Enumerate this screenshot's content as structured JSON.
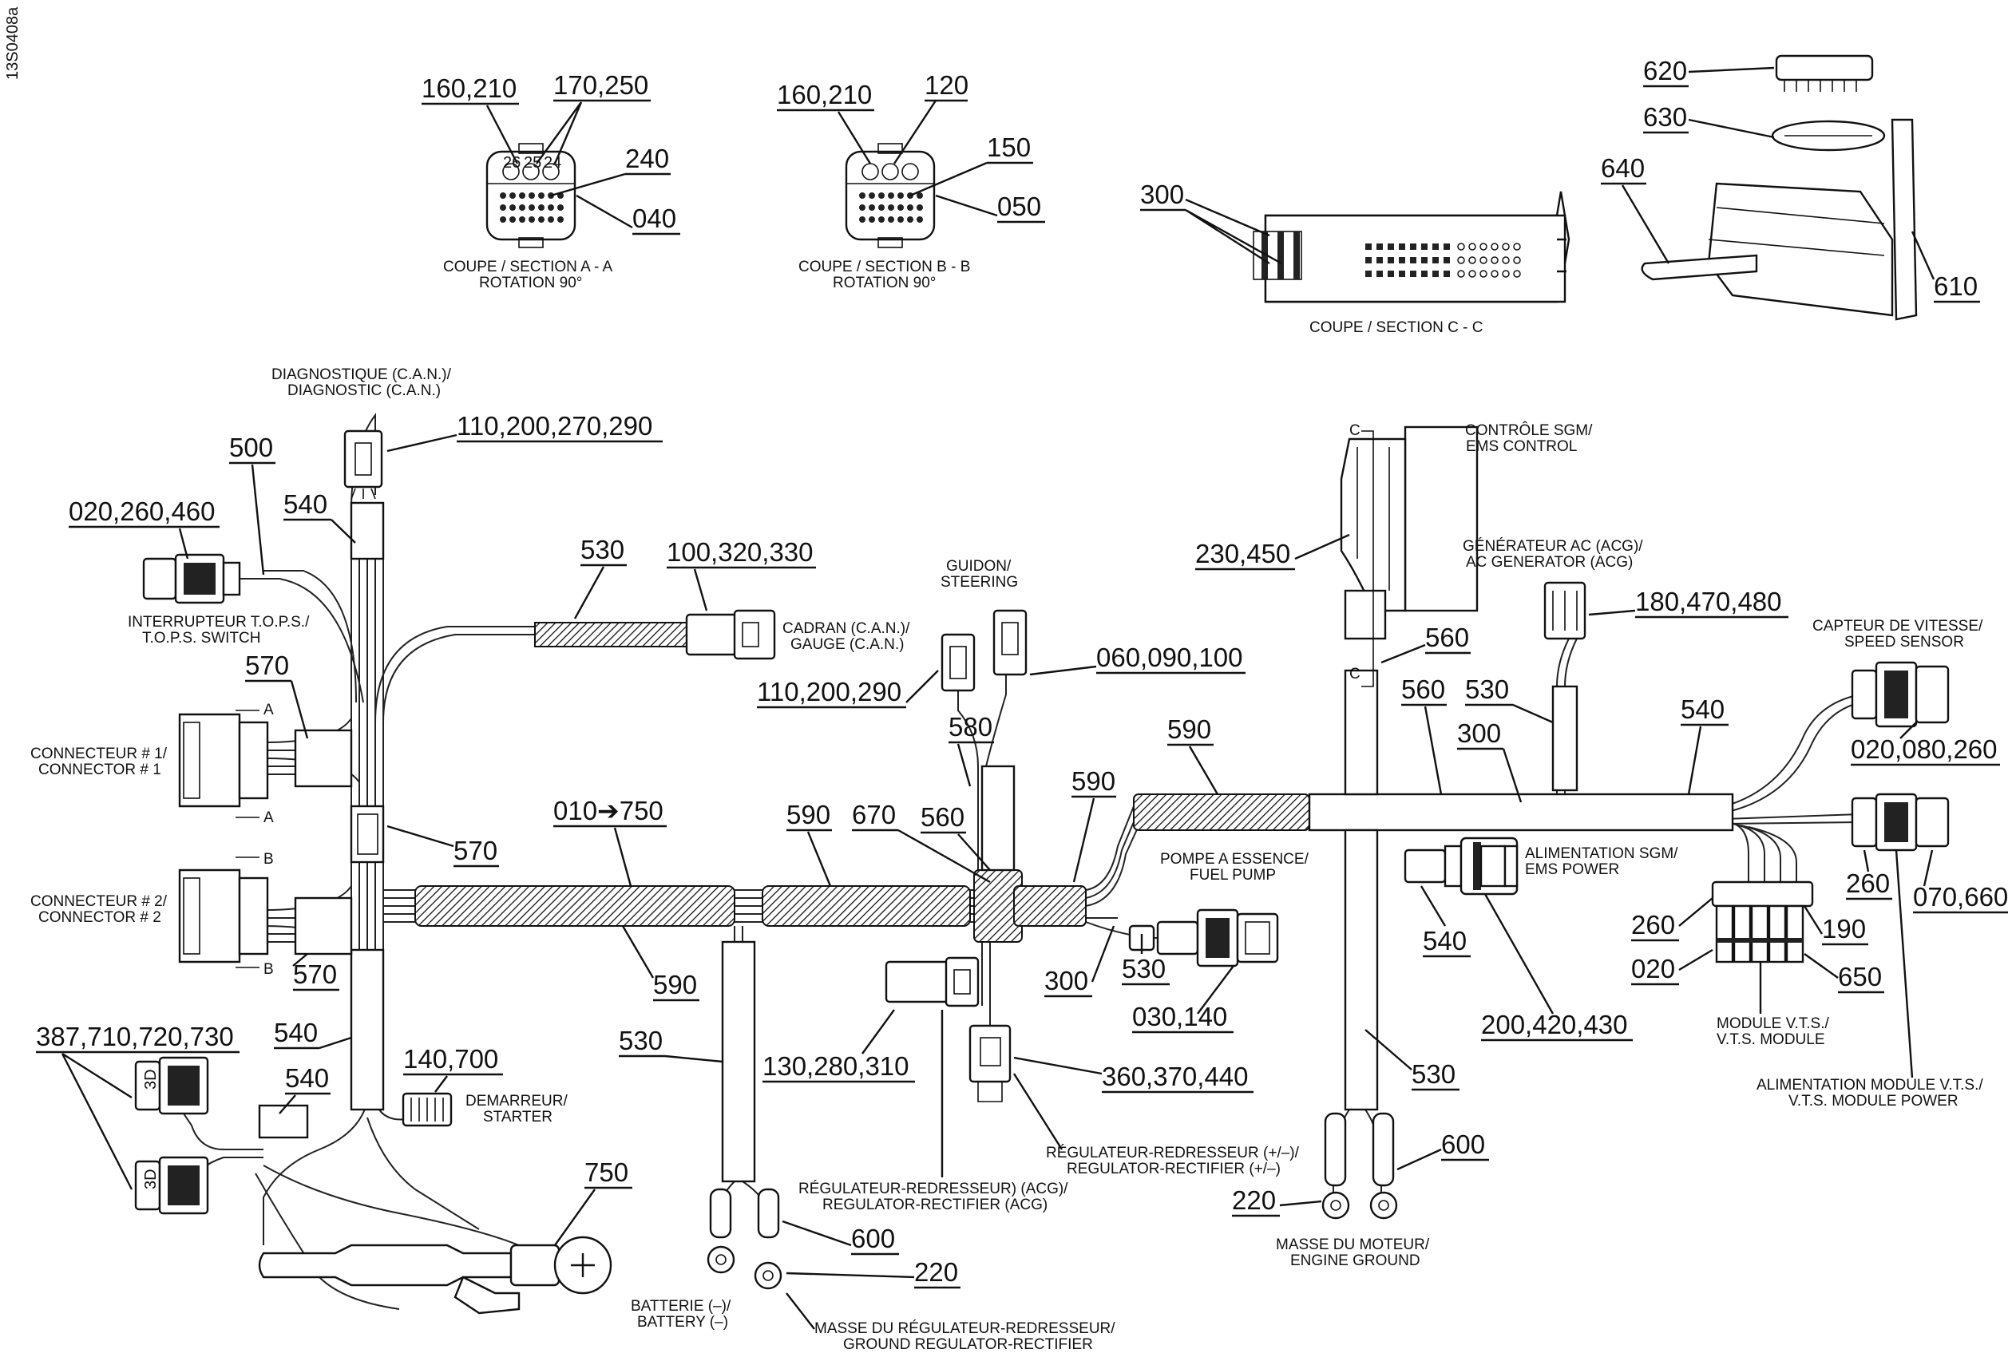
{
  "doc_id": "13S0408a",
  "section_labels": {
    "a": [
      "COUPE / SECTION A - A",
      "ROTATION 90°"
    ],
    "b": [
      "COUPE / SECTION B - B",
      "ROTATION 90°"
    ],
    "c": "COUPE / SECTION C - C"
  },
  "components": {
    "diagnostic": [
      "DIAGNOSTIQUE (C.A.N.)/",
      "DIAGNOSTIC (C.A.N.)"
    ],
    "tops_switch": [
      "INTERRUPTEUR T.O.P.S./",
      "T.O.P.S. SWITCH"
    ],
    "gauge": [
      "CADRAN (C.A.N.)/",
      "GAUGE (C.A.N.)"
    ],
    "steering": [
      "GUIDON/",
      "STEERING"
    ],
    "connector1": [
      "CONNECTEUR # 1/",
      "CONNECTOR # 1"
    ],
    "connector2": [
      "CONNECTEUR # 2/",
      "CONNECTOR # 2"
    ],
    "starter": [
      "DEMARREUR/",
      "STARTER"
    ],
    "battery": [
      "BATTERIE (–)/",
      "BATTERY (–)"
    ],
    "ground_reg": [
      "MASSE DU RÉGULATEUR-REDRESSEUR/",
      "GROUND REGULATOR-RECTIFIER"
    ],
    "reg_acg": [
      "RÉGULATEUR-REDRESSEUR) (ACG)/",
      "REGULATOR-RECTIFIER (ACG)"
    ],
    "reg_pm": [
      "RÉGULATEUR-REDRESSEUR (+/–)/",
      "REGULATOR-RECTIFIER (+/–)"
    ],
    "fuel_pump": [
      "POMPE A ESSENCE/",
      "FUEL PUMP"
    ],
    "ems_control": [
      "CONTRÔLE SGM/",
      "EMS CONTROL"
    ],
    "ac_gen": [
      "GÉNÉRATEUR AC (ACG)/",
      "AC GENERATOR (ACG)"
    ],
    "ems_power": [
      "ALIMENTATION SGM/",
      "EMS POWER"
    ],
    "speed_sensor": [
      "CAPTEUR DE VITESSE/",
      "SPEED SENSOR"
    ],
    "vts_module": [
      "MODULE V.T.S./",
      "V.T.S. MODULE"
    ],
    "vts_power": [
      "ALIMENTATION MODULE V.T.S./",
      "V.T.S. MODULE POWER"
    ],
    "engine_ground": [
      "MASSE DU MOTEUR/",
      "ENGINE GROUND"
    ]
  },
  "connector_letters": {
    "a": "A",
    "b": "B",
    "c": "C"
  },
  "pin_labels": {
    "left": "26",
    "mid": "25",
    "right": "24"
  },
  "plug_marks": {
    "p1": "3D",
    "p2": "3D"
  },
  "callouts": {
    "c160210a": "160,210",
    "c170250": "170,250",
    "c240": "240",
    "c040": "040",
    "c160210b": "160,210",
    "c120": "120",
    "c150": "150",
    "c050": "050",
    "c300a": "300",
    "c620": "620",
    "c630": "630",
    "c640": "640",
    "c610": "610",
    "c110200270290": "110,200,270,290",
    "c500": "500",
    "c540a": "540",
    "c020260460": "020,260,460",
    "c530a": "530",
    "c100320330": "100,320,330",
    "c110200290": "110,200,290",
    "c060090100": "060,090,100",
    "c570a": "570",
    "c570b": "570",
    "c570c": "570",
    "c580": "580",
    "c590a": "590",
    "c010750": "010➔750",
    "c590b": "590",
    "c670": "670",
    "c560a": "560",
    "c590c": "590",
    "c590d": "590",
    "c540b": "540",
    "c540c": "540",
    "c387": "387,710,720,730",
    "c140700": "140,700",
    "c750": "750",
    "c530b": "530",
    "c130280310": "130,280,310",
    "c300b": "300",
    "c530c": "530",
    "c030140": "030,140",
    "c360370440": "360,370,440",
    "c600a": "600",
    "c220a": "220",
    "c230450": "230,450",
    "c560b": "560",
    "c560c": "560",
    "c530d": "530",
    "c300c": "300",
    "c180470480": "180,470,480",
    "c540d": "540",
    "c540e": "540",
    "c200420430": "200,420,430",
    "c530e": "530",
    "c600b": "600",
    "c220b": "220",
    "c020080260": "020,080,260",
    "c260a": "260",
    "c070660": "070,660",
    "c260b": "260",
    "c190": "190",
    "c020": "020",
    "c650": "650"
  }
}
